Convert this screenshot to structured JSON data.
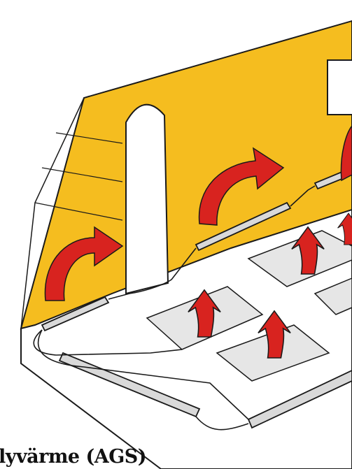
{
  "caption": "lyvärme (AGS)",
  "colors": {
    "wall": "#f5bd1f",
    "floor": "#ffffff",
    "panel": "#e6e6e6",
    "heater": "#d9d9d9",
    "arrow": "#d8231f",
    "outline": "#1a1a1a"
  },
  "icons": [
    "heat-flow-arrow",
    "heater-strip",
    "floor-panel",
    "window-opening"
  ]
}
